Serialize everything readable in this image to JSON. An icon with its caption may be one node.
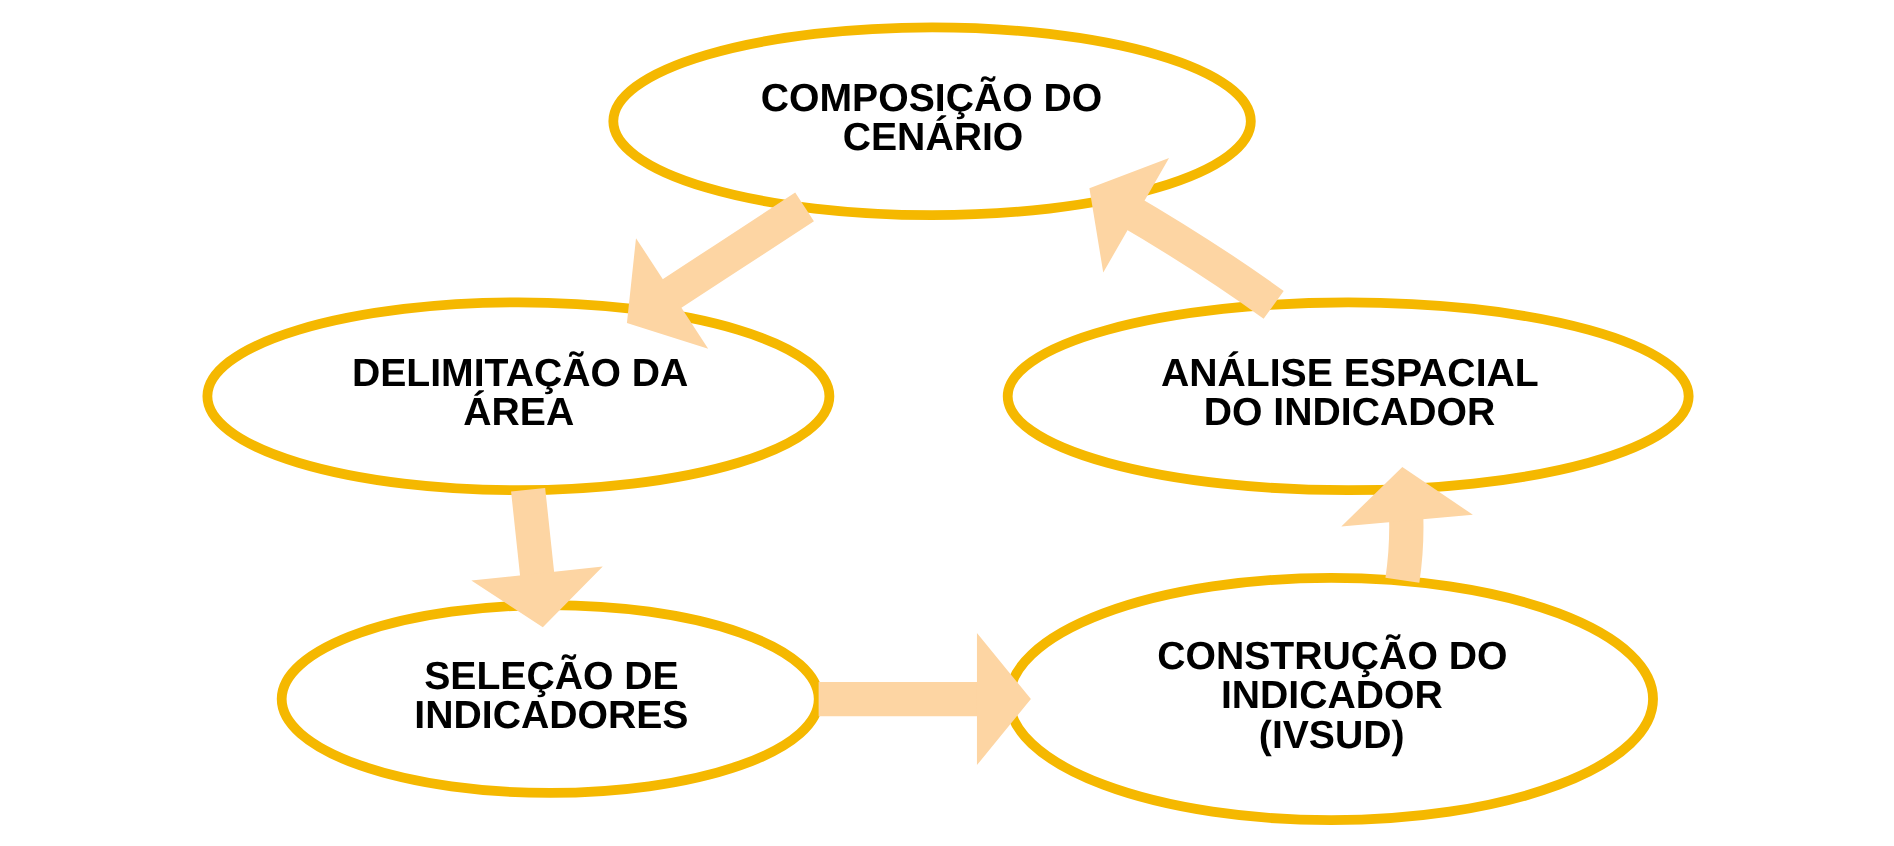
{
  "diagram": {
    "nodes": [
      {
        "text": [
          "COMPOSIÇÃO DO CENÁRIO"
        ]
      },
      {
        "text": [
          "DELIMITAÇÃO DA ÁREA"
        ]
      },
      {
        "text": [
          "SELEÇÃO DE INDICADORES"
        ]
      },
      {
        "text": [
          "CONSTRUÇÃO DO INDICADOR (IVSUD)"
        ]
      },
      {
        "text": [
          "ANÁLISE ESPACIAL DO INDICADOR"
        ]
      }
    ],
    "edges": [
      {
        "from": 0,
        "to": 1,
        "arrow": "to"
      },
      {
        "from": 1,
        "to": 2,
        "arrow": "to"
      },
      {
        "from": 2,
        "to": 3,
        "arrow": "to"
      },
      {
        "from": 3,
        "to": 4,
        "arrow": "to"
      },
      {
        "from": 4,
        "to": 0,
        "arrow": "to"
      }
    ]
  }
}
